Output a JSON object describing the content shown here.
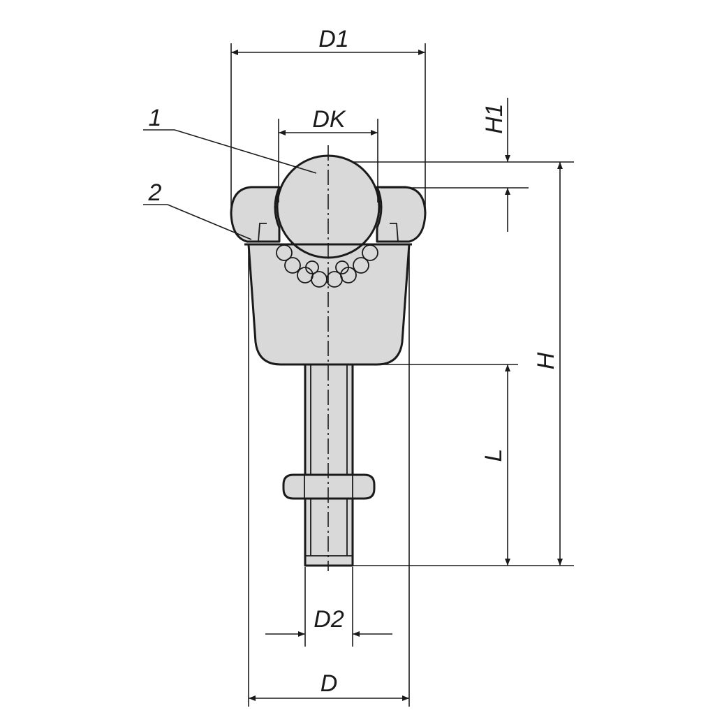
{
  "labels": {
    "d1": "D1",
    "dk": "DK",
    "h1": "H1",
    "h": "H",
    "l": "L",
    "d2": "D2",
    "d": "D",
    "item1": "1",
    "item2": "2"
  },
  "colors": {
    "part_fill": "#d9d9d9",
    "line": "#1a1a1a",
    "background": "#ffffff"
  }
}
